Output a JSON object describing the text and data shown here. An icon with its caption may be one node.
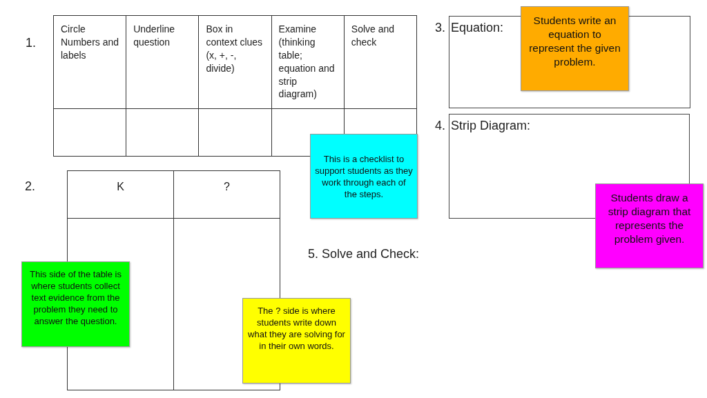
{
  "diagram": {
    "nodes": [
      {
        "text": [
          "3.",
          "Equation:"
        ]
      },
      {
        "text": [
          "Students write an equation to represent the given problem."
        ]
      },
      {
        "text": [
          "4.",
          "Strip Diagram:"
        ]
      },
      {
        "text": [
          "Students draw a strip diagram that represents the problem given."
        ]
      },
      {
        "text": [
          "This is a checklist to support students as they work through each of the steps."
        ]
      },
      {
        "text": [
          "This side of the table is where students collect text evidence from the problem they need to answer the question."
        ]
      },
      {
        "text": [
          "The ? side is where students write down what they are solving for in their own words."
        ]
      }
    ],
    "labels": [
      "1.",
      "Circle Numbers and labels",
      "Underline question",
      "Box in context clues  (x, +, -, divide)",
      "Examine (thinking table; equation and strip diagram)",
      "Solve and check",
      "2.",
      "K",
      "?",
      "5. Solve and Check:"
    ]
  }
}
